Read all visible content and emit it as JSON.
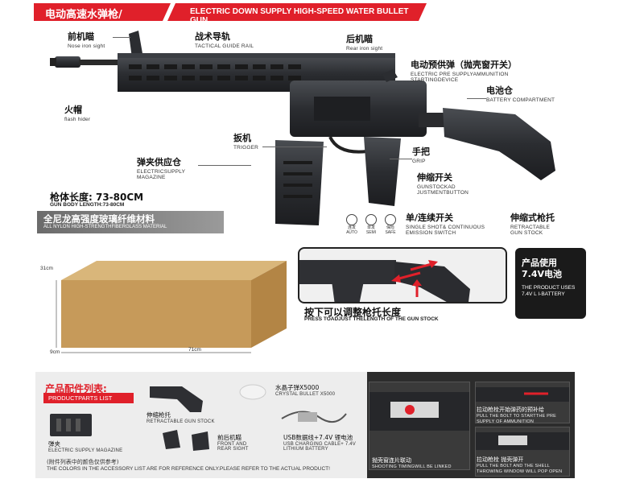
{
  "banner": {
    "title_cn": "电动高速水弹枪/",
    "title_en": "ELECTRIC DOWN SUPPLY HIGH-SPEED WATER BULLET GUN",
    "color": "#e0202a"
  },
  "labels": {
    "front_sight": {
      "cn": "前机瞄",
      "en": "Nose iron sight"
    },
    "rail": {
      "cn": "战术导轨",
      "en": "TACTICAL GUIDE RAIL"
    },
    "rear_sight": {
      "cn": "后机瞄",
      "en": "Rear iron sight"
    },
    "pre_supply": {
      "cn": "电动预供弹（抛壳窗开关）",
      "en": "ELECTRIC PRE SUPPLYAMMUNITION STARTINGDEVICE"
    },
    "battery_comp": {
      "cn": "电池仓",
      "en": "BATTERY COMPARTMENT"
    },
    "flash_hider": {
      "cn": "火帽",
      "en": "flash hider"
    },
    "trigger": {
      "cn": "扳机",
      "en": "TRIGGER"
    },
    "grip": {
      "cn": "手把",
      "en": "GRIP"
    },
    "magazine": {
      "cn": "弹夹供应仓",
      "en": "ELECTRICSUPPLY MAGAZINE"
    },
    "stock_btn": {
      "cn": "伸缩开关",
      "en": "GUNSTOCKAD JUSTMENTBUTTON"
    },
    "fire_mode": {
      "cn": "单/连续开关",
      "en": "SINGLE SHOT& CONTINUOUS EMISSION SWITCH"
    },
    "retract_stock": {
      "cn": "伸缩式枪托",
      "en": "RETRACTABLE GUN STOCK"
    }
  },
  "length": {
    "cn": "枪体长度: 73-80CM",
    "en": "GUN BODY LENGTH:73-80CM"
  },
  "material": {
    "cn": "全尼龙高强度玻璃纤维材料",
    "en": "ALL NYLON HIGH-STRENGTHFIBERGLASS MATERIAL"
  },
  "modes": [
    {
      "cn": "连发",
      "en": "AUTO"
    },
    {
      "cn": "单发",
      "en": "SEMI"
    },
    {
      "cn": "保险",
      "en": "SAFE"
    }
  ],
  "box_dims": {
    "height": "31cm",
    "depth": "9cm",
    "length": "71cm"
  },
  "battery": {
    "cn": "产品使用 7.4V电池",
    "en": "THE PRODUCT USES 7.4V L I-BATTERY"
  },
  "press": {
    "cn": "按下可以调整枪托长度",
    "en": "PRESS TOADJUST THELENGTH OF THE GUN STOCK"
  },
  "accessories": {
    "title_cn": "产品配件列表:",
    "title_en": "PRODUCTPARTS LIST",
    "items": [
      {
        "cn": "伸缩枪托",
        "en": "RETRACTABLE GUN STOCK"
      },
      {
        "cn": "水晶子弹X5000",
        "en": "CRYSTAL BULLET X5000"
      },
      {
        "cn": "弹夹",
        "en": "ELECTRIC SUPPLY MAGAZINE"
      },
      {
        "cn": "前后机瞄",
        "en": "FRONT AND REAR SIGHT"
      },
      {
        "cn": "USB数据线+7.4V 锂电池",
        "en": "USB CHARGING CABLE+ 7.4V LITHIUM BATTERY"
      }
    ],
    "note_cn": "(附件列表中的颜色仅供参考)",
    "note_en": "THE COLORS IN THE ACCESSORY LIST ARE FOR REFERENCE ONLY.PLEASE REFER TO THE ACTUAL PRODUCT!",
    "photos": [
      {
        "cn": "抛壳窗连片联动",
        "en": "SHOOTING TIMINGWILL BE LINKED"
      },
      {
        "cn": "拉动枪栓开始弹药的预补给",
        "en": "PULL THE BOLT TO STARTTHE PRE SUPPLY OF AMMUNITION"
      },
      {
        "cn": "拉动枪栓 抛壳弹开",
        "en": "PULL THE BOLT AND THE SHELL THROWING WINDOW WILL POP OPEN"
      }
    ]
  }
}
